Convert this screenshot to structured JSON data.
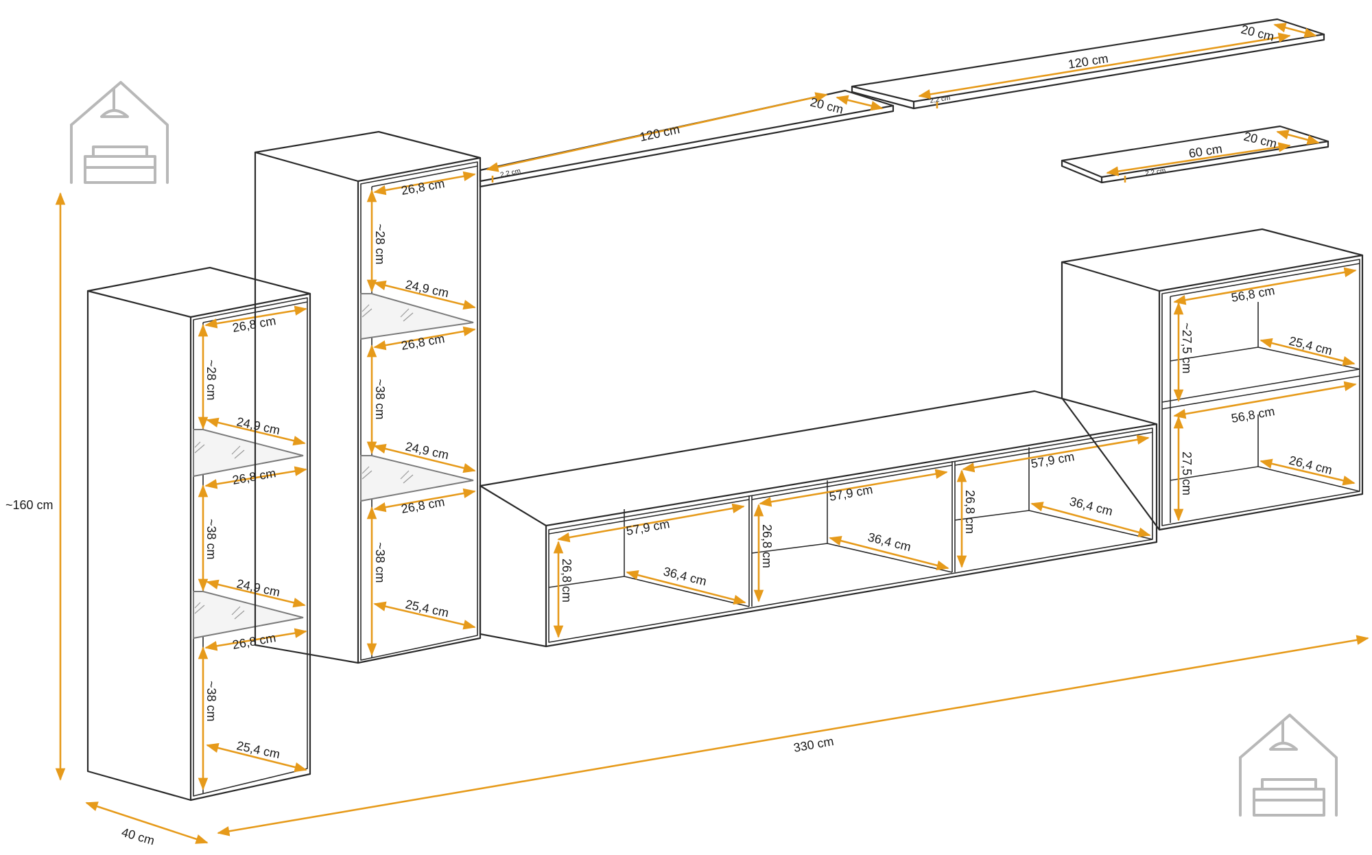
{
  "colors": {
    "dimension": "#e69a1a",
    "outline": "#2a2a2a",
    "logo": "#b8b8b8",
    "glass": "#7a7a7a"
  },
  "labels": {
    "overall_height": "~160 cm",
    "overall_width": "330 cm",
    "overall_depth": "40 cm",
    "shelf1_length": "120 cm",
    "shelf1_depth": "20 cm",
    "shelf1_thickness": "2,2 cm",
    "shelf2_length": "120 cm",
    "shelf2_depth": "20 cm",
    "shelf2_thickness": "2,2 cm",
    "shelf3_length": "60 cm",
    "shelf3_depth": "20 cm",
    "shelf3_thickness": "2,2 cm",
    "left_width_1": "26,8 cm",
    "left_h_1": "~28 cm",
    "left_glass_1": "24,9 cm",
    "left_width_2": "26,8 cm",
    "left_h_2": "~38 cm",
    "left_glass_2": "24,9 cm",
    "left_width_3": "26,8 cm",
    "left_h_3": "~38 cm",
    "left_depth": "25,4 cm",
    "mid_width_1": "26,8 cm",
    "mid_h_1": "~28 cm",
    "mid_glass_1": "24,9 cm",
    "mid_width_2": "26,8 cm",
    "mid_h_2": "~38 cm",
    "mid_glass_2": "24,9 cm",
    "mid_width_3": "26,8 cm",
    "mid_h_3": "~38 cm",
    "mid_depth": "25,4 cm",
    "tv_width_1": "57,9 cm",
    "tv_height_1": "26,8 cm",
    "tv_depth_1": "36,4 cm",
    "tv_width_2": "57,9 cm",
    "tv_height_2": "26,8 cm",
    "tv_depth_2": "36,4 cm",
    "tv_width_3": "57,9 cm",
    "tv_height_3": "26,8 cm",
    "tv_depth_3": "36,4 cm",
    "right_width_1": "56,8 cm",
    "right_h_1": "~27,5 cm",
    "right_depth_1": "25,4 cm",
    "right_width_2": "56,8 cm",
    "right_h_2": "27,5 cm",
    "right_depth_2": "26,4 cm"
  },
  "icons": {
    "top_left": "house-sofa-logo-icon",
    "bottom_right": "house-sofa-logo-icon"
  }
}
